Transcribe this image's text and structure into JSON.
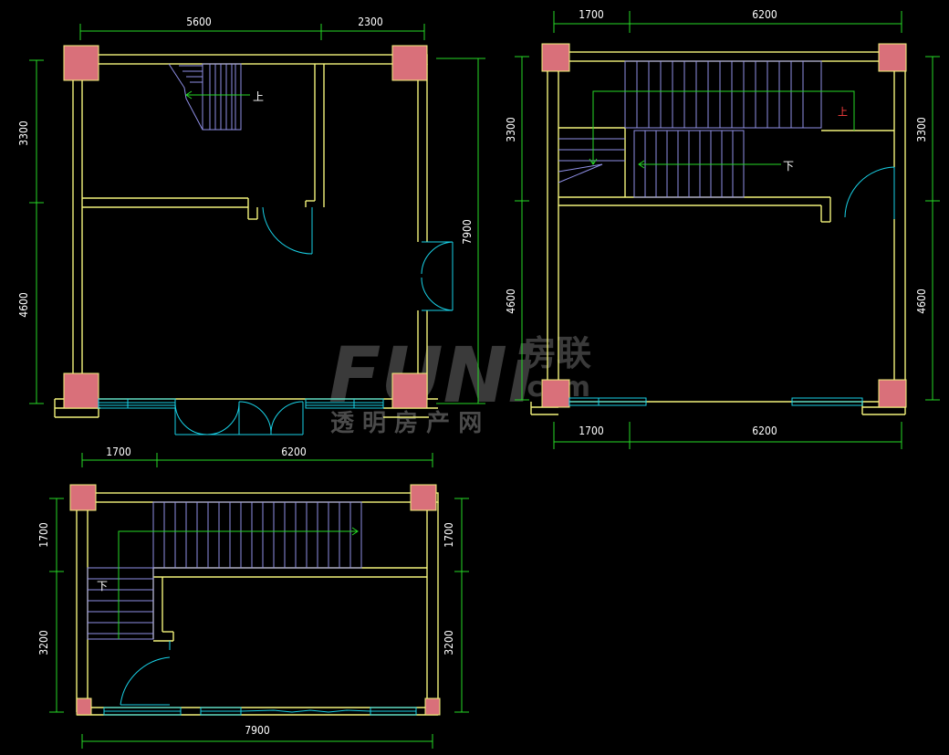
{
  "plan1": {
    "top_dims": [
      "5600",
      "2300"
    ],
    "left_dims": [
      "3300",
      "4600"
    ],
    "right_dim": "7900",
    "stair_label": "上"
  },
  "plan2": {
    "top_dims": [
      "1700",
      "6200"
    ],
    "bottom_dims": [
      "1700",
      "6200"
    ],
    "left_dims": [
      "3300",
      "4600"
    ],
    "right_dims": [
      "3300",
      "4600"
    ],
    "stair_label_down": "下",
    "stair_label_up": "上"
  },
  "plan3": {
    "top_dims": [
      "1700",
      "6200"
    ],
    "left_dims": [
      "1700",
      "3200"
    ],
    "right_dims": [
      "1700",
      "3200"
    ],
    "bottom_dim": "7900",
    "stair_label": "下"
  },
  "watermark": {
    "brand": "FUNi",
    "brand_cn": "房联",
    "brand_sub": ".com",
    "slogan": "透 明 房 产 网"
  },
  "colors": {
    "wall": "#f2f27a",
    "dimension": "#26d926",
    "door_window": "#19d1e6",
    "stair": "#8f8fe6",
    "column": "#d9707a"
  }
}
